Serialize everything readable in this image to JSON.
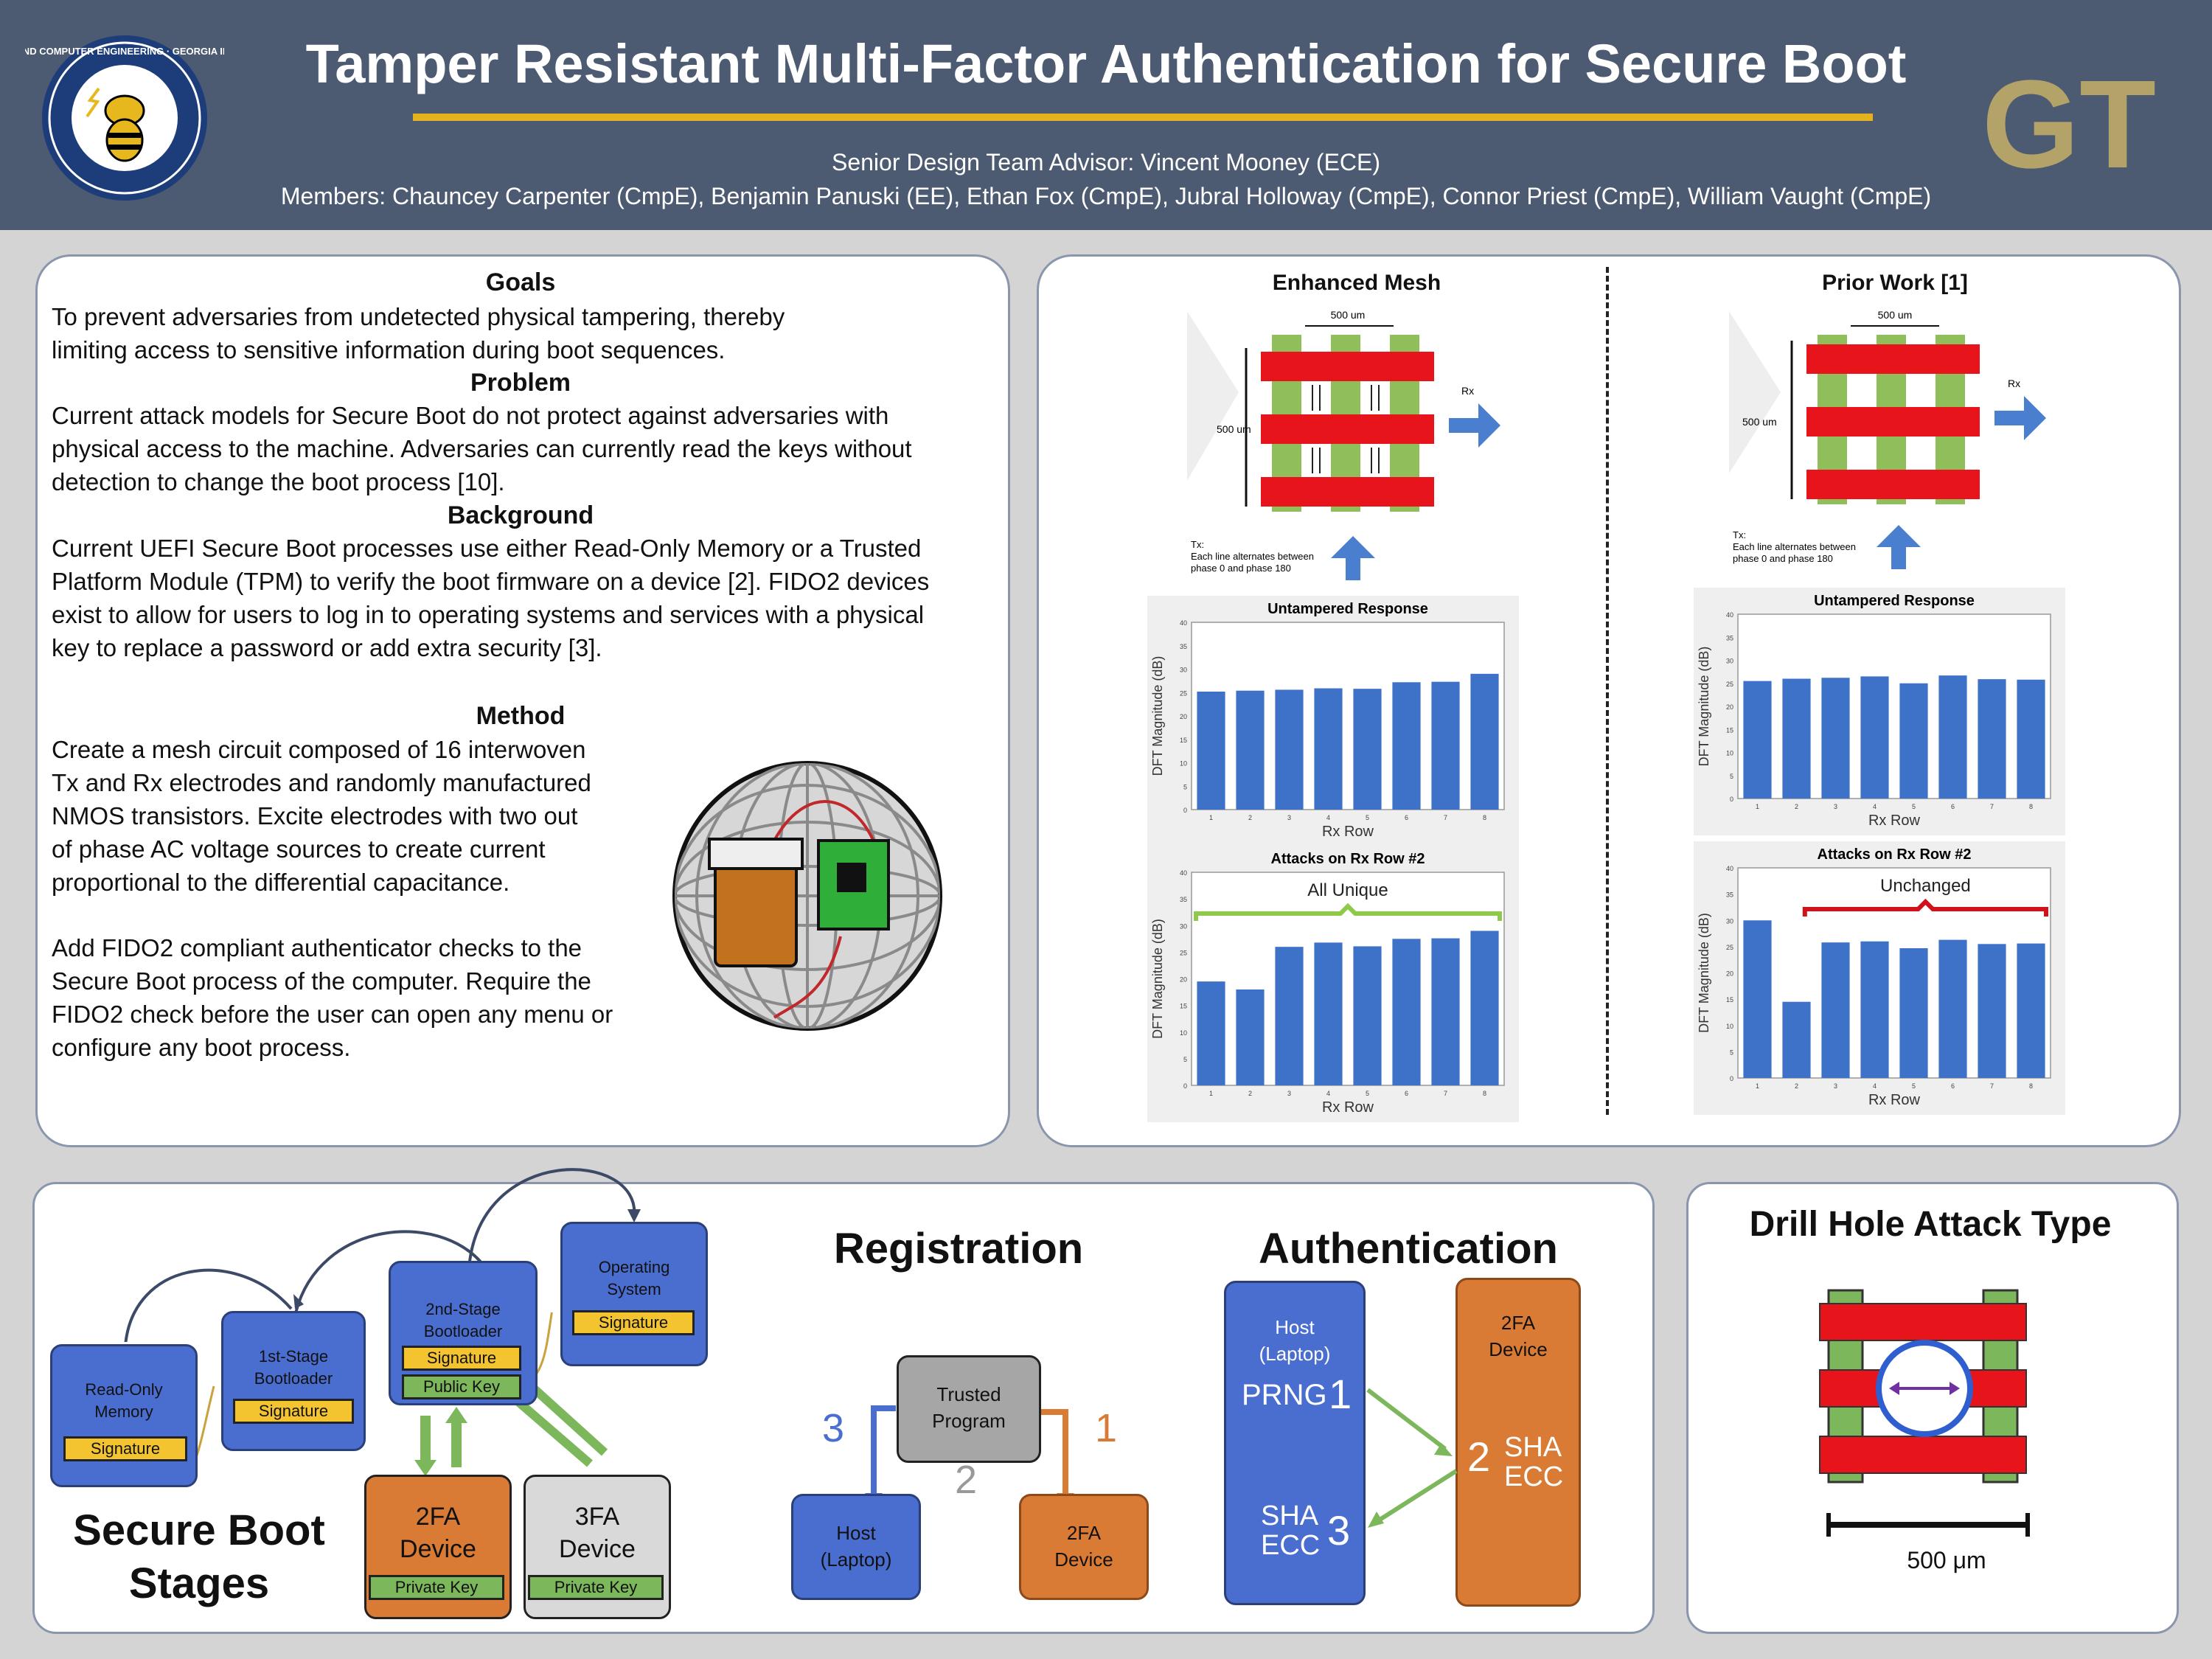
{
  "header": {
    "title": "Tamper Resistant Multi-Factor Authentication for Secure Boot",
    "advisor": "Senior Design Team Advisor: Vincent Mooney (ECE)",
    "members": "Members: Chauncey Carpenter (CmpE), Benjamin Panuski (EE), Ethan Fox (CmpE), Jubral Holloway (CmpE), Connor Priest (CmpE), William Vaught (CmpE)",
    "logo_left_text": "SCHOOL OF ELECTRICAL AND COMPUTER ENGINEERING · GEORGIA INSTITUTE OF TECHNOLOGY",
    "logo_right_text": "GT",
    "colors": {
      "header_bg": "#4c5a72",
      "title_underline": "#e4b21e",
      "gt_gold": "#b3a369"
    }
  },
  "left_panel": {
    "goals_heading": "Goals",
    "goals_line1": "To prevent adversaries from undetected physical tampering, thereby",
    "goals_line2": "limiting access to sensitive information during boot sequences.",
    "problem_heading": "Problem",
    "problem_line1": "Current attack models for Secure Boot do not protect against adversaries with",
    "problem_line2": "physical access to the machine. Adversaries can currently read the keys without",
    "problem_line3": "detection to change the boot process [10].",
    "background_heading": "Background",
    "background_line1": "Current UEFI Secure Boot processes use either Read-Only Memory or a Trusted",
    "background_line2": "Platform Module (TPM) to verify the boot firmware on a device [2]. FIDO2 devices",
    "background_line3": "exist to allow for users to log in to operating systems and services with a physical",
    "background_line4": "key to replace a password or add extra security [3].",
    "method_heading": "Method",
    "method_p1_lines": [
      "Create a mesh circuit composed of 16 interwoven",
      "Tx and Rx electrodes and randomly manufactured",
      "NMOS transistors. Excite electrodes with two out",
      "of phase AC voltage sources to create current",
      "proportional to the differential capacitance."
    ],
    "method_p2_lines": [
      "Add FIDO2 compliant authenticator checks to the",
      "Secure Boot process of the computer. Require the",
      "FIDO2 check before the user can open any menu or",
      "configure any boot process."
    ]
  },
  "right_panel": {
    "enhanced_title": "Enhanced Mesh",
    "prior_title": "Prior Work [1]",
    "dim_label": "500 um",
    "rx_label": "Rx",
    "tx_label_lines": [
      "Tx:",
      "Each line alternates between",
      "phase 0 and phase 180"
    ],
    "colors": {
      "electrode_red": "#e8141c",
      "electrode_green": "#8fbe5a",
      "arrow_blue": "#4a7fd0",
      "bar_blue": "#3e71c8"
    },
    "charts": [
      {
        "title": "Untampered Response",
        "ylabel": "DFT Magnitude (dB)",
        "xlabel": "Rx Row"
      },
      {
        "title": "Attacks on Rx Row #2",
        "ylabel": "DFT Magnitude (dB)",
        "xlabel": "Rx Row",
        "annotation": "All Unique"
      },
      {
        "title": "Untampered Response",
        "ylabel": "DFT Magnitude (dB)",
        "xlabel": "Rx Row"
      },
      {
        "title": "Attacks on Rx Row #2",
        "ylabel": "DFT Magnitude (dB)",
        "xlabel": "Rx Row",
        "annotation": "Unchanged"
      }
    ]
  },
  "chart_data": [
    {
      "type": "bar",
      "title": "Untampered Response",
      "ylabel": "DFT Magnitude (dB)",
      "xlabel": "Rx Row",
      "categories": [
        "1",
        "2",
        "3",
        "4",
        "5",
        "6",
        "7",
        "8"
      ],
      "values": [
        25.2,
        25.4,
        25.6,
        25.9,
        25.8,
        27.2,
        27.3,
        29.0
      ],
      "ylim": [
        0,
        40
      ],
      "yticks": [
        "0",
        "5",
        "10",
        "15",
        "20",
        "25",
        "30",
        "35",
        "40"
      ]
    },
    {
      "type": "bar",
      "title": "Attacks on Rx Row #2",
      "ylabel": "DFT Magnitude (dB)",
      "xlabel": "Rx Row",
      "categories": [
        "1",
        "2",
        "3",
        "4",
        "5",
        "6",
        "7",
        "8"
      ],
      "values": [
        19.5,
        18.0,
        26.0,
        26.8,
        26.1,
        27.5,
        27.6,
        29.0
      ],
      "ylim": [
        0,
        40
      ],
      "yticks": [
        "0",
        "5",
        "10",
        "15",
        "20",
        "25",
        "30",
        "35",
        "40"
      ]
    },
    {
      "type": "bar",
      "title": "Untampered Response",
      "ylabel": "DFT Magnitude (dB)",
      "xlabel": "Rx Row",
      "categories": [
        "1",
        "2",
        "3",
        "4",
        "5",
        "6",
        "7",
        "8"
      ],
      "values": [
        25.5,
        26.0,
        26.2,
        26.5,
        25.0,
        26.7,
        25.9,
        25.8
      ],
      "ylim": [
        0,
        40
      ],
      "yticks": [
        "0",
        "5",
        "10",
        "15",
        "20",
        "25",
        "30",
        "35",
        "40"
      ]
    },
    {
      "type": "bar",
      "title": "Attacks on Rx Row #2",
      "ylabel": "DFT Magnitude (dB)",
      "xlabel": "Rx Row",
      "categories": [
        "1",
        "2",
        "3",
        "4",
        "5",
        "6",
        "7",
        "8"
      ],
      "values": [
        30.0,
        14.5,
        25.8,
        26.0,
        24.7,
        26.3,
        25.5,
        25.6
      ],
      "ylim": [
        0,
        40
      ],
      "yticks": [
        "0",
        "5",
        "10",
        "15",
        "20",
        "25",
        "30",
        "35",
        "40"
      ]
    }
  ],
  "secure_boot": {
    "title_line1": "Secure Boot",
    "title_line2": "Stages",
    "rom_label_lines": [
      "Read-Only",
      "Memory"
    ],
    "stage1_label_lines": [
      "1st-Stage",
      "Bootloader"
    ],
    "stage2_label_lines": [
      "2nd-Stage",
      "Bootloader"
    ],
    "os_label_lines": [
      "Operating",
      "System"
    ],
    "signature": "Signature",
    "public_key": "Public Key",
    "private_key": "Private Key",
    "device_2fa_lines": [
      "2FA",
      "Device"
    ],
    "device_3fa_lines": [
      "3FA",
      "Device"
    ],
    "colors": {
      "stage_blue": "#4a6ed0",
      "signature_yellow": "#f4c430",
      "key_green": "#7cb75c",
      "device_orange": "#d97b35",
      "device_gray": "#d9d9d9"
    }
  },
  "registration": {
    "title": "Registration",
    "trusted_lines": [
      "Trusted",
      "Program"
    ],
    "host_lines": [
      "Host",
      "(Laptop)"
    ],
    "device_lines": [
      "2FA",
      "Device"
    ],
    "step1": "1",
    "step2": "2",
    "step3": "3"
  },
  "authentication": {
    "title": "Authentication",
    "host_lines": [
      "Host",
      "(Laptop)"
    ],
    "device_lines": [
      "2FA",
      "Device"
    ],
    "prng": "PRNG",
    "sha": "SHA",
    "ecc": "ECC",
    "step1": "1",
    "step2": "2",
    "step3": "3"
  },
  "drill": {
    "title": "Drill Hole Attack Type",
    "scale_label": "500 μm"
  }
}
